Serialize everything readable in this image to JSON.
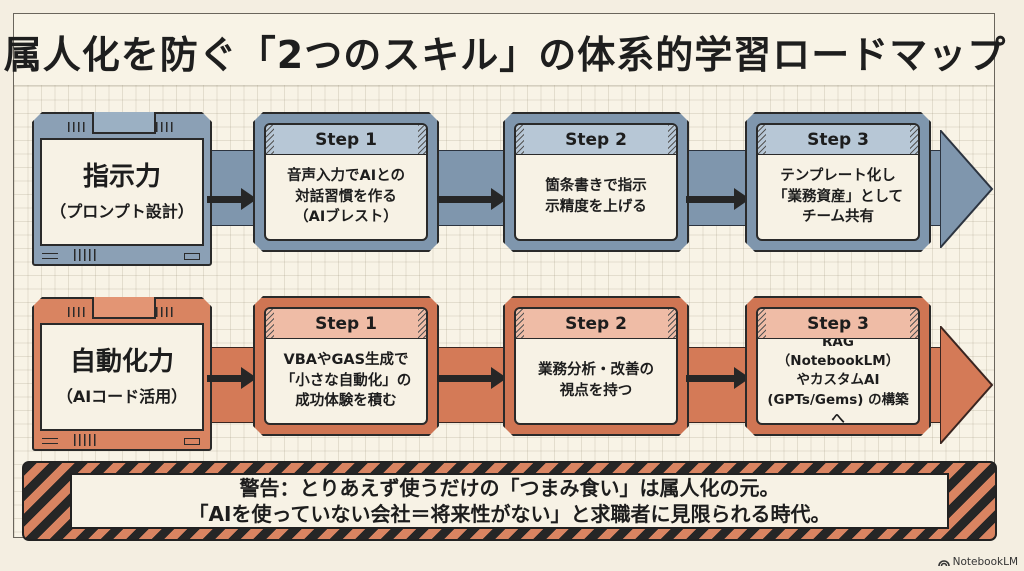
{
  "title": "属人化を防ぐ「2つのスキル」の体系的学習ロードマップ",
  "colors": {
    "background": "#f4eee1",
    "blue_track": "#7f96ad",
    "orange_track": "#d47a57",
    "ink": "#1d1d1d",
    "card_paper": "#f7f2e5"
  },
  "rows": [
    {
      "theme": "blue",
      "skill": {
        "name": "指示力",
        "sub": "（プロンプト設計）"
      },
      "steps": [
        {
          "label": "Step 1",
          "text": "音声入力でAIとの\n対話習慣を作る\n（AIブレスト）"
        },
        {
          "label": "Step 2",
          "text": "箇条書きで指示\n示精度を上げる"
        },
        {
          "label": "Step 3",
          "text": "テンプレート化し\n「業務資産」として\nチーム共有"
        }
      ]
    },
    {
      "theme": "orange",
      "skill": {
        "name": "自動化力",
        "sub": "（AIコード活用）"
      },
      "steps": [
        {
          "label": "Step 1",
          "text": "VBAやGAS生成で\n「小さな自動化」の\n成功体験を積む"
        },
        {
          "label": "Step 2",
          "text": "業務分析・改善の\n視点を持つ"
        },
        {
          "label": "Step 3",
          "text": "RAG（NotebookLM）\nやカスタムAI\n(GPTs/Gems) の構築へ"
        }
      ]
    }
  ],
  "warning": {
    "line1": "警告：とりあえず使うだけの「つまみ食い」は属人化の元。",
    "line2": "「AIを使っていない会社＝将来性がない」と求職者に見限られる時代。"
  },
  "watermark": {
    "icon": "notebooklm-logo-icon",
    "text": "NotebookLM"
  }
}
